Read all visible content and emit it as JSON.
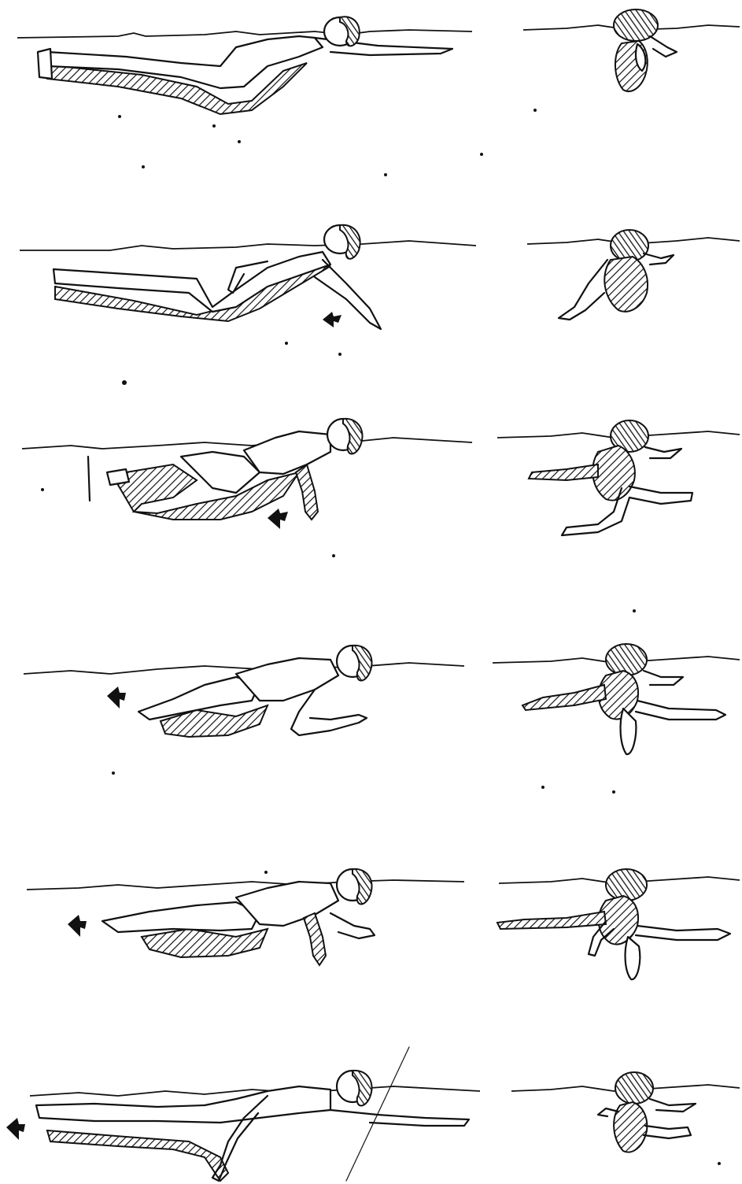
{
  "figure": {
    "rows": 6,
    "columns": 2,
    "panels": [
      {
        "row": 1,
        "view": "side",
        "phase": "glide"
      },
      {
        "row": 1,
        "view": "front",
        "phase": "glide"
      },
      {
        "row": 2,
        "view": "side",
        "phase": "arm-pull-start"
      },
      {
        "row": 2,
        "view": "front",
        "phase": "arm-pull-start"
      },
      {
        "row": 3,
        "view": "side",
        "phase": "legs-drawn-up"
      },
      {
        "row": 3,
        "view": "front",
        "phase": "legs-drawn-up"
      },
      {
        "row": 4,
        "view": "side",
        "phase": "kick-start"
      },
      {
        "row": 4,
        "view": "front",
        "phase": "kick-start"
      },
      {
        "row": 5,
        "view": "side",
        "phase": "kick-finish"
      },
      {
        "row": 5,
        "view": "front",
        "phase": "kick-finish"
      },
      {
        "row": 6,
        "view": "side",
        "phase": "arm-recovery"
      },
      {
        "row": 6,
        "view": "front",
        "phase": "arm-recovery"
      }
    ],
    "colors": {
      "ink": "#111111",
      "paper": "#ffffff"
    },
    "icons": [
      "swimmer-figure",
      "direction-arrow-icon",
      "water-surface-line"
    ]
  }
}
